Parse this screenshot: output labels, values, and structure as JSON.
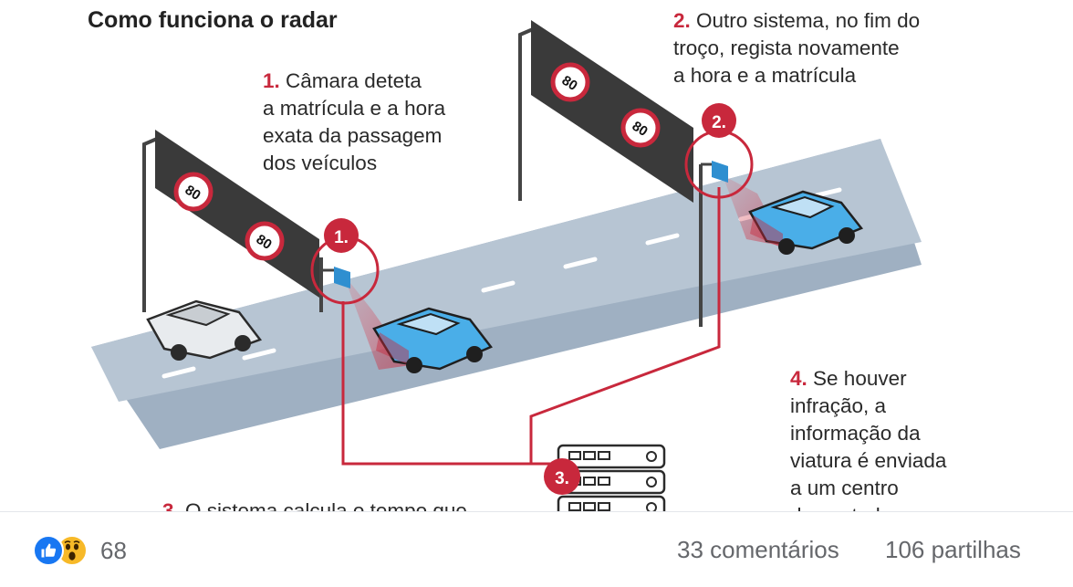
{
  "diagram": {
    "title": "Como funciona o radar",
    "step1": {
      "num": "1.",
      "lines": [
        "Câmara deteta",
        "a matrícula e a hora",
        "exata da passagem",
        "dos veículos"
      ]
    },
    "step2": {
      "num": "2.",
      "lines": [
        "Outro sistema, no fim do",
        "troço, regista novamente",
        "a hora e a matrícula"
      ]
    },
    "step3": {
      "num": "3.",
      "text": "O sistema calcula o tempo que"
    },
    "step4": {
      "num": "4.",
      "lines": [
        "Se houver",
        "infração, a",
        "informação da",
        "viatura é enviada",
        "a um centro",
        "de controlo"
      ]
    },
    "speed_sign": "80",
    "marker1": "1.",
    "marker2": "2.",
    "marker3": "3.",
    "colors": {
      "accent": "#c8283c",
      "road": "#b4c2d1",
      "car_blue": "#4aaee8",
      "gantry": "#3c3c3c"
    }
  },
  "footer": {
    "reaction_icons": [
      "like-icon",
      "wow-icon"
    ],
    "reaction_count": "68",
    "comments": "33 comentários",
    "shares": "106 partilhas"
  }
}
